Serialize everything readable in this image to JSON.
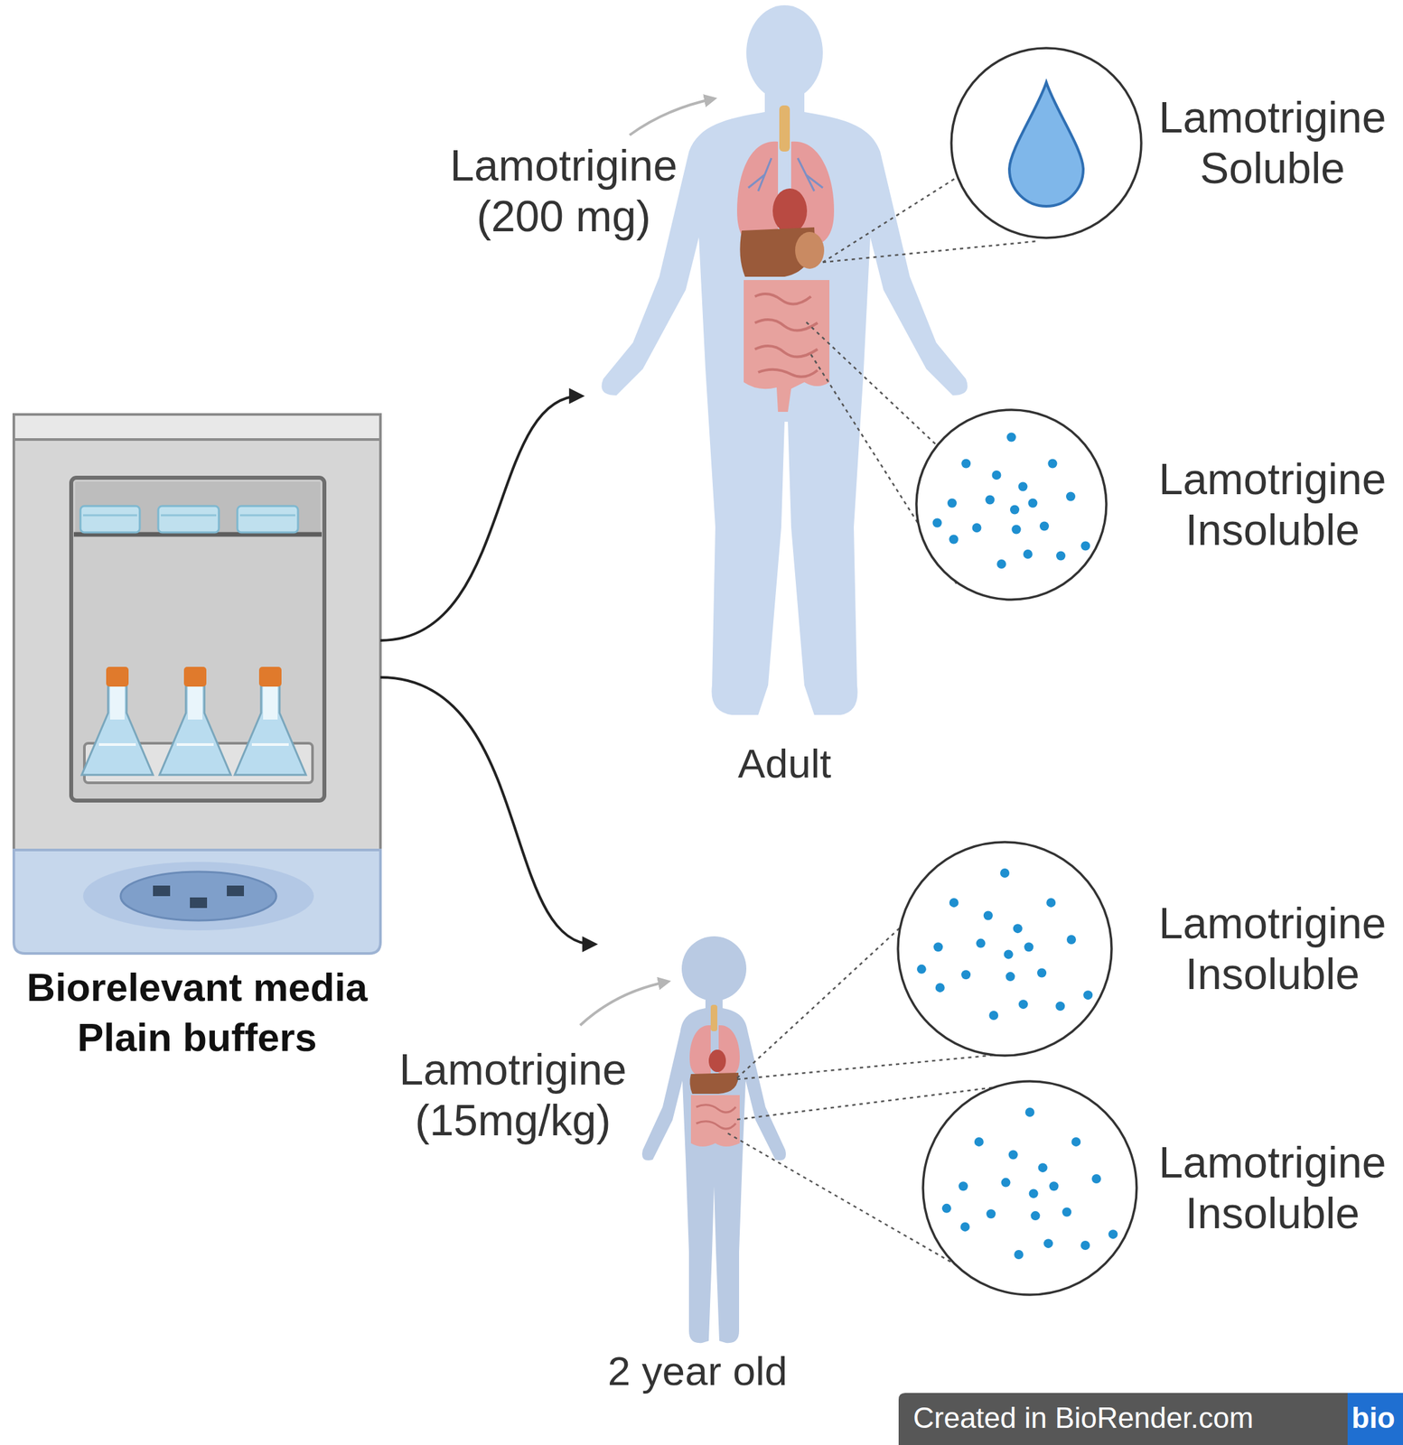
{
  "diagram": {
    "nodes": [
      {
        "text": [
          "Biorelevant media",
          "Plain buffers"
        ]
      },
      {
        "text": [
          "Adult"
        ]
      },
      {
        "text": [
          "Lamotrigine Soluble"
        ]
      },
      {
        "text": [
          "Lamotrigine Insoluble"
        ]
      },
      {
        "text": [
          "2 year old"
        ]
      },
      {
        "text": [
          "Lamotrigine Insoluble"
        ]
      },
      {
        "text": [
          "Lamotrigine Insoluble"
        ]
      }
    ],
    "edges": [
      {
        "from": 0,
        "to": 1,
        "arrow": "to"
      },
      {
        "from": 0,
        "to": 4,
        "arrow": "to"
      }
    ],
    "labels": [
      "Lamotrigine (200 mg)",
      "Lamotrigine (15mg/kg)",
      "Created in BioRender.com",
      "bio"
    ]
  }
}
